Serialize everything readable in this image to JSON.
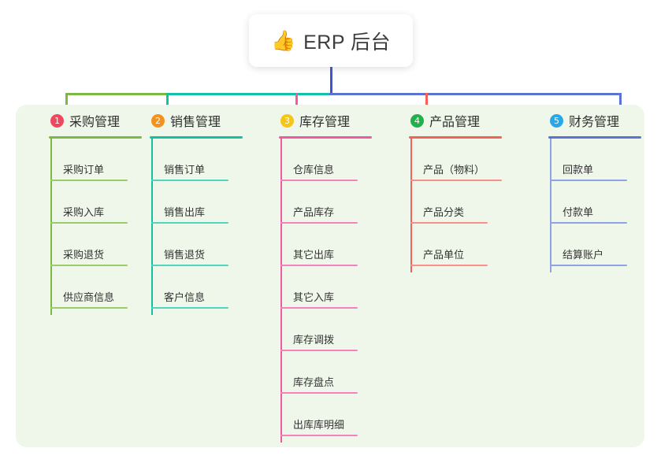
{
  "root": {
    "icon": "thumbs-up-icon",
    "emoji": "👍",
    "title": "ERP 后台"
  },
  "colors": {
    "panel_background": "#eff7ea",
    "page_background": "#ffffff",
    "root_link": "#4055c8",
    "column_1": "#7cb842",
    "column_2": "#13c2a5",
    "column_3": "#ef5ba1",
    "column_4": "#f26257",
    "column_5": "#5b74d4",
    "badge_1": "#f0485f",
    "badge_2": "#f5921e",
    "badge_3": "#f5c518",
    "badge_4": "#22b04b",
    "badge_5": "#29a7e8",
    "title_text": "#3c3c3c",
    "leaf_text": "#333333"
  },
  "columns": [
    {
      "number": "1",
      "title": "采购管理",
      "line_color": "#7cb842",
      "badge_color": "#f0485f",
      "items": [
        {
          "label": "采购订单"
        },
        {
          "label": "采购入库"
        },
        {
          "label": "采购退货"
        },
        {
          "label": "供应商信息"
        }
      ]
    },
    {
      "number": "2",
      "title": "销售管理",
      "line_color": "#13c2a5",
      "badge_color": "#f5921e",
      "items": [
        {
          "label": "销售订单"
        },
        {
          "label": "销售出库"
        },
        {
          "label": "销售退货"
        },
        {
          "label": "客户信息"
        }
      ]
    },
    {
      "number": "3",
      "title": "库存管理",
      "line_color": "#ef5ba1",
      "badge_color": "#f5c518",
      "items": [
        {
          "label": "仓库信息"
        },
        {
          "label": "产品库存"
        },
        {
          "label": "其它出库"
        },
        {
          "label": "其它入库"
        },
        {
          "label": "库存调拨"
        },
        {
          "label": "库存盘点"
        },
        {
          "label": "出库库明细"
        }
      ]
    },
    {
      "number": "4",
      "title": "产品管理",
      "line_color": "#f26257",
      "badge_color": "#22b04b",
      "items": [
        {
          "label": "产品（物料）",
          "wide": true
        },
        {
          "label": "产品分类"
        },
        {
          "label": "产品单位"
        }
      ]
    },
    {
      "number": "5",
      "title": "财务管理",
      "line_color": "#5b74d4",
      "badge_color": "#29a7e8",
      "items": [
        {
          "label": "回款单"
        },
        {
          "label": "付款单"
        },
        {
          "label": "结算账户"
        }
      ]
    }
  ]
}
